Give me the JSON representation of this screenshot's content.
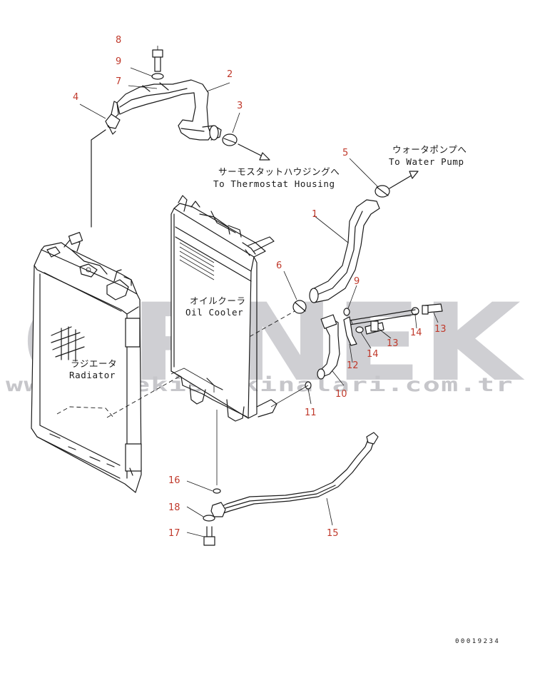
{
  "labels": {
    "thermostat_jp": "サーモスタットハウジングへ",
    "thermostat_en": "To Thermostat Housing",
    "waterpump_jp": "ウォータポンプへ",
    "waterpump_en": "To Water Pump",
    "oilcooler_jp": "オイルクーラ",
    "oilcooler_en": "Oil Cooler",
    "radiator_jp": "ラジエータ",
    "radiator_en": "Radiator"
  },
  "parts": [
    {
      "no": "1"
    },
    {
      "no": "2"
    },
    {
      "no": "3"
    },
    {
      "no": "4"
    },
    {
      "no": "5"
    },
    {
      "no": "6"
    },
    {
      "no": "7"
    },
    {
      "no": "8"
    },
    {
      "no": "9"
    },
    {
      "no": "9"
    },
    {
      "no": "10"
    },
    {
      "no": "11"
    },
    {
      "no": "12"
    },
    {
      "no": "13"
    },
    {
      "no": "13"
    },
    {
      "no": "14"
    },
    {
      "no": "14"
    },
    {
      "no": "15"
    },
    {
      "no": "16"
    },
    {
      "no": "17"
    },
    {
      "no": "18"
    }
  ],
  "watermark": {
    "brand": "ÖRNEK",
    "url": "www.ornekismakinalari.com.tr"
  },
  "drawing_code": "00019234",
  "colors": {
    "line": "#1a1a1a",
    "callout": "#c0392b",
    "watermark": "#cfcfd3"
  }
}
